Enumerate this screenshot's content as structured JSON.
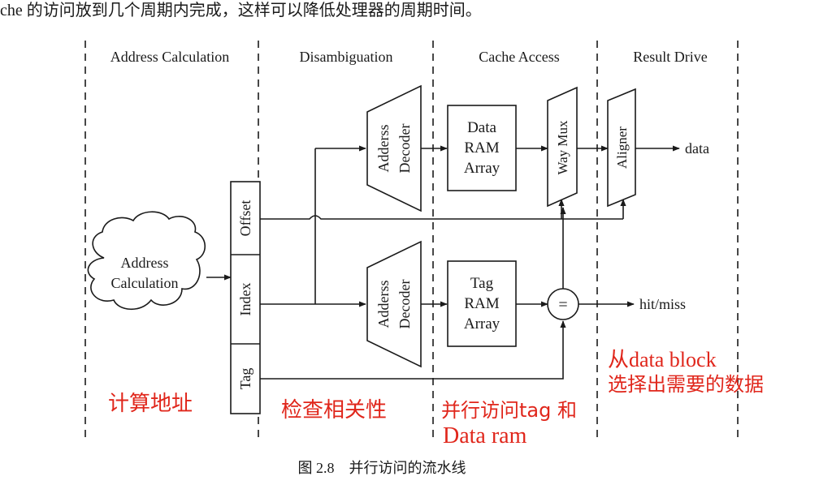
{
  "top_text": "che 的访问放到几个周期内完成，这样可以降低处理器的周期时间。",
  "stages": [
    "Address Calculation",
    "Disambiguation",
    "Cache Access",
    "Result Drive"
  ],
  "cloud_label_line1": "Address",
  "cloud_label_line2": "Calculation",
  "address_fields": [
    "Offset",
    "Index",
    "Tag"
  ],
  "decoder_line1": "Adderss",
  "decoder_line2": "Decoder",
  "data_ram": [
    "Data",
    "RAM",
    "Array"
  ],
  "tag_ram": [
    "Tag",
    "RAM",
    "Array"
  ],
  "way_mux": "Way Mux",
  "aligner": "Aligner",
  "comparator": "=",
  "output_data": "data",
  "output_hitmiss": "hit/miss",
  "annotations": {
    "calc": "计算地址",
    "disamb": "检查相关性",
    "parallel_line1": "并行访问tag 和",
    "parallel_line2": "Data ram",
    "select_line1": "从data block",
    "select_line2": "选择出需要的数据"
  },
  "caption": "图 2.8　并行访问的流水线",
  "colors": {
    "annotation": "#e0261b",
    "ink": "#1a1a1a"
  }
}
